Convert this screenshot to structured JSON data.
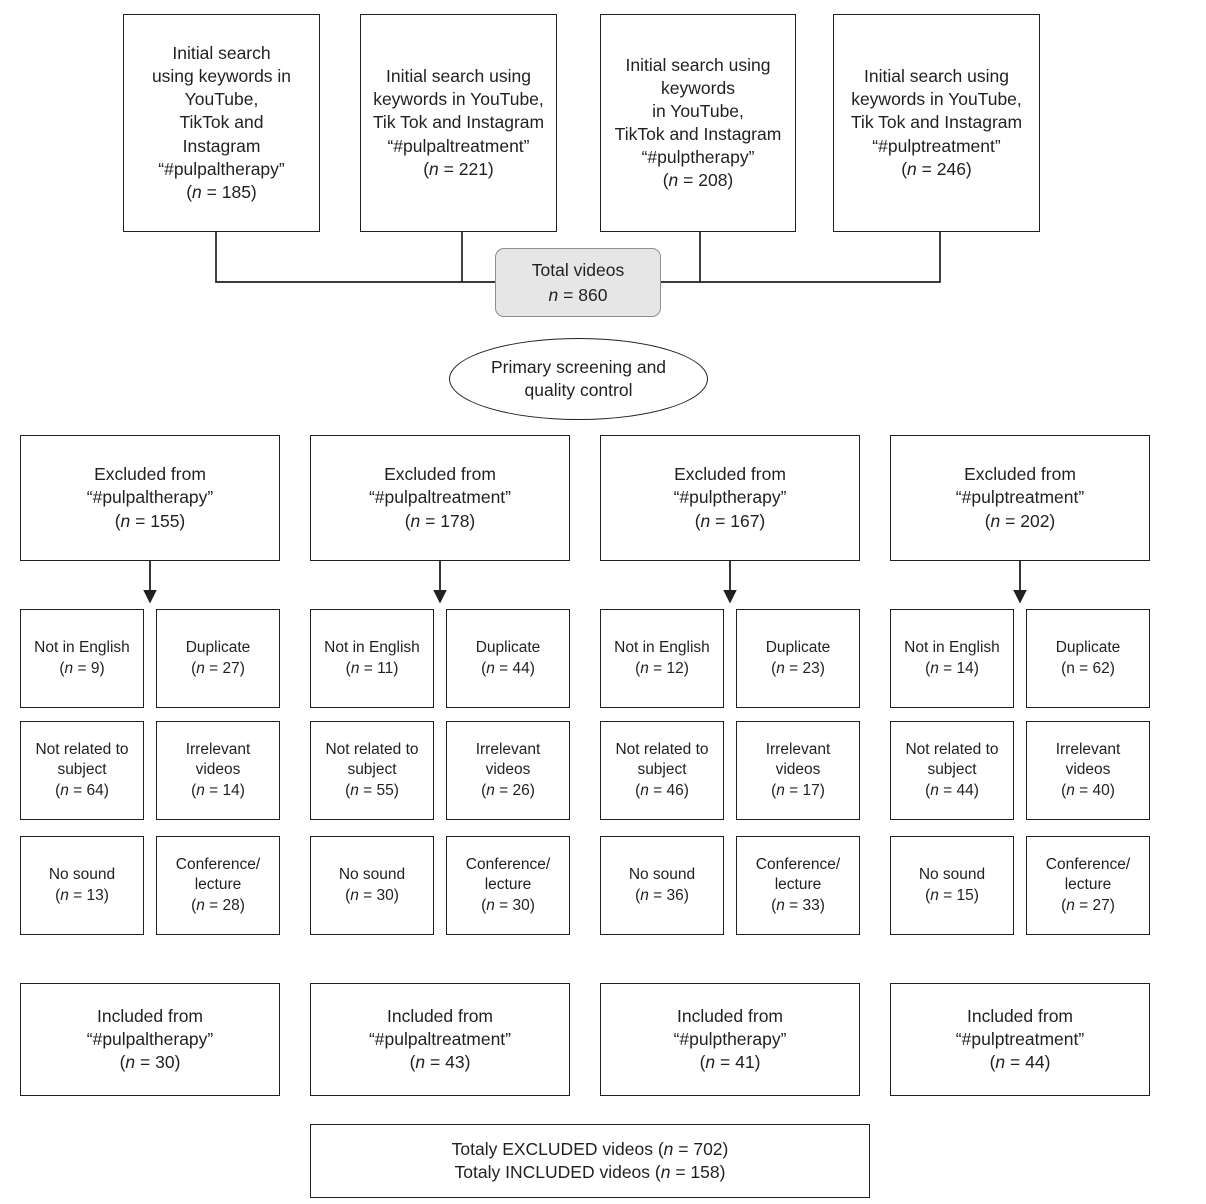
{
  "diagram": {
    "title": "Video selection flow diagram",
    "colors": {
      "stroke": "#231f20",
      "total_fill": "#e6e6e6",
      "total_stroke": "#8e8e8e",
      "background": "#ffffff"
    },
    "sources": [
      {
        "lines": [
          "Initial search",
          "using keywords in",
          "YouTube,",
          "TikTok and",
          "Instagram",
          "“#pulpaltherapy”"
        ],
        "count_label": "(n = 185)",
        "n": 185,
        "hashtag": "#pulpaltherapy"
      },
      {
        "lines": [
          "Initial search using",
          "keywords in YouTube,",
          "Tik Tok and Instagram",
          "“#pulpaltreatment”"
        ],
        "count_label": "(n = 221)",
        "n": 221,
        "hashtag": "#pulpaltreatment"
      },
      {
        "lines": [
          "Initial search using",
          "keywords",
          "in YouTube,",
          "TikTok and Instagram",
          "“#pulptherapy”"
        ],
        "count_label": "(n = 208)",
        "n": 208,
        "hashtag": "#pulptherapy"
      },
      {
        "lines": [
          "Initial search using",
          "keywords in YouTube,",
          "Tik Tok and Instagram",
          "“#pulptreatment”"
        ],
        "count_label": "(n = 246)",
        "n": 246,
        "hashtag": "#pulptreatment"
      }
    ],
    "total": {
      "label": "Total videos",
      "count_label": "n = 860",
      "n": 860
    },
    "screening": {
      "line1": "Primary screening and",
      "line2": "quality control"
    },
    "excluded": [
      {
        "line1": "Excluded from",
        "line2": "“#pulpaltherapy”",
        "count_label": "(n = 155)",
        "n": 155
      },
      {
        "line1": "Excluded from",
        "line2": "“#pulpaltreatment”",
        "count_label": "(n = 178)",
        "n": 178
      },
      {
        "line1": "Excluded from",
        "line2": "“#pulptherapy”",
        "count_label": "(n = 167)",
        "n": 167
      },
      {
        "line1": "Excluded from",
        "line2": "“#pulptreatment”",
        "count_label": "(n = 202)",
        "n": 202
      }
    ],
    "reasons": [
      [
        {
          "lines": [
            "Not in English"
          ],
          "count_label": "(n = 9)",
          "n": 9
        },
        {
          "lines": [
            "Duplicate"
          ],
          "count_label": "(n = 27)",
          "n": 27
        },
        {
          "lines": [
            "Not related to",
            "subject"
          ],
          "count_label": "(n = 64)",
          "n": 64
        },
        {
          "lines": [
            "Irrelevant",
            "videos"
          ],
          "count_label": "(n = 14)",
          "n": 14
        },
        {
          "lines": [
            "No sound"
          ],
          "count_label": "(n = 13)",
          "n": 13
        },
        {
          "lines": [
            "Conference/",
            "lecture"
          ],
          "count_label": "(n = 28)",
          "n": 28
        }
      ],
      [
        {
          "lines": [
            "Not in English"
          ],
          "count_label": "(n = 11)",
          "n": 11
        },
        {
          "lines": [
            "Duplicate"
          ],
          "count_label": "(n = 44)",
          "n": 44
        },
        {
          "lines": [
            "Not related to",
            "subject"
          ],
          "count_label": "(n = 55)",
          "n": 55
        },
        {
          "lines": [
            "Irrelevant",
            "videos"
          ],
          "count_label": "(n = 26)",
          "n": 26
        },
        {
          "lines": [
            "No sound"
          ],
          "count_label": "(n = 30)",
          "n": 30
        },
        {
          "lines": [
            "Conference/",
            "lecture"
          ],
          "count_label": "(n = 30)",
          "n": 30
        }
      ],
      [
        {
          "lines": [
            "Not in English"
          ],
          "count_label": "(n = 12)",
          "n": 12
        },
        {
          "lines": [
            "Duplicate"
          ],
          "count_label": "(n = 23)",
          "n": 23
        },
        {
          "lines": [
            "Not related to",
            "subject"
          ],
          "count_label": "(n = 46)",
          "n": 46
        },
        {
          "lines": [
            "Irrelevant",
            "videos"
          ],
          "count_label": "(n = 17)",
          "n": 17
        },
        {
          "lines": [
            "No sound"
          ],
          "count_label": "(n = 36)",
          "n": 36
        },
        {
          "lines": [
            "Conference/",
            "lecture"
          ],
          "count_label": "(n = 33)",
          "n": 33
        }
      ],
      [
        {
          "lines": [
            "Not in English"
          ],
          "count_label": "(n = 14)",
          "n": 14
        },
        {
          "lines": [
            "Duplicate"
          ],
          "count_label": "(n = 62)",
          "n": 62,
          "italic_n": false
        },
        {
          "lines": [
            "Not related to",
            "subject"
          ],
          "count_label": "(n = 44)",
          "n": 44
        },
        {
          "lines": [
            "Irrelevant",
            "videos"
          ],
          "count_label": "(n = 40)",
          "n": 40
        },
        {
          "lines": [
            "No sound"
          ],
          "count_label": "(n = 15)",
          "n": 15
        },
        {
          "lines": [
            "Conference/",
            "lecture"
          ],
          "count_label": "(n = 27)",
          "n": 27
        }
      ]
    ],
    "included": [
      {
        "line1": "Included from",
        "line2": "“#pulpaltherapy”",
        "count_label": "(n = 30)",
        "n": 30
      },
      {
        "line1": "Included from",
        "line2": "“#pulpaltreatment”",
        "count_label": "(n = 43)",
        "n": 43
      },
      {
        "line1": "Included from",
        "line2": "“#pulptherapy”",
        "count_label": "(n = 41)",
        "n": 41
      },
      {
        "line1": "Included from",
        "line2": "“#pulptreatment”",
        "count_label": "(n = 44)",
        "n": 44
      }
    ],
    "final": {
      "line1": "Totaly EXCLUDED videos (n = 702)",
      "line2": "Totaly INCLUDED videos (n = 158)",
      "excluded_n": 702,
      "included_n": 158
    }
  }
}
